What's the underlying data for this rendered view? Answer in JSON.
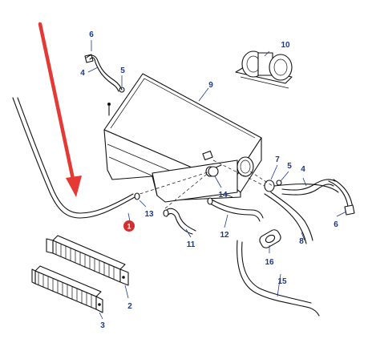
{
  "parts": [
    {
      "id": "p1",
      "label": "1",
      "highlight": true
    },
    {
      "id": "p2",
      "label": "2"
    },
    {
      "id": "p3",
      "label": "3"
    },
    {
      "id": "p4a",
      "label": "4"
    },
    {
      "id": "p4b",
      "label": "4"
    },
    {
      "id": "p5a",
      "label": "5"
    },
    {
      "id": "p5b",
      "label": "5"
    },
    {
      "id": "p6a",
      "label": "6"
    },
    {
      "id": "p6b",
      "label": "6"
    },
    {
      "id": "p7",
      "label": "7"
    },
    {
      "id": "p8",
      "label": "8"
    },
    {
      "id": "p9",
      "label": "9"
    },
    {
      "id": "p10",
      "label": "10"
    },
    {
      "id": "p11",
      "label": "11"
    },
    {
      "id": "p12",
      "label": "12"
    },
    {
      "id": "p13",
      "label": "13"
    },
    {
      "id": "p14",
      "label": "14"
    },
    {
      "id": "p15",
      "label": "15"
    },
    {
      "id": "p16",
      "label": "16"
    }
  ],
  "colors": {
    "callout": "#1a3a8c",
    "highlight_badge": "#d32f2f",
    "pointer_arrow": "#e53935",
    "linework": "#111111"
  }
}
